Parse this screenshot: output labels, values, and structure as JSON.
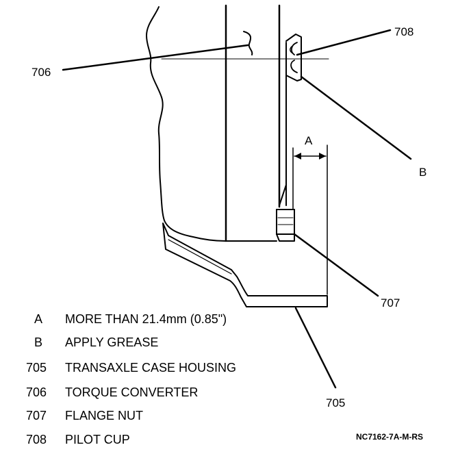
{
  "callouts": {
    "c706": "706",
    "c708": "708",
    "cB": "B",
    "cA": "A",
    "c707": "707",
    "c705": "705"
  },
  "legend": [
    {
      "key": "A",
      "desc": "MORE THAN 21.4mm (0.85\")"
    },
    {
      "key": "B",
      "desc": "APPLY GREASE"
    },
    {
      "key": "705",
      "desc": "TRANSAXLE CASE HOUSING"
    },
    {
      "key": "706",
      "desc": "TORQUE CONVERTER"
    },
    {
      "key": "707",
      "desc": "FLANGE NUT"
    },
    {
      "key": "708",
      "desc": "PILOT CUP"
    }
  ],
  "figure_id": "NC7162-7A-M-RS"
}
